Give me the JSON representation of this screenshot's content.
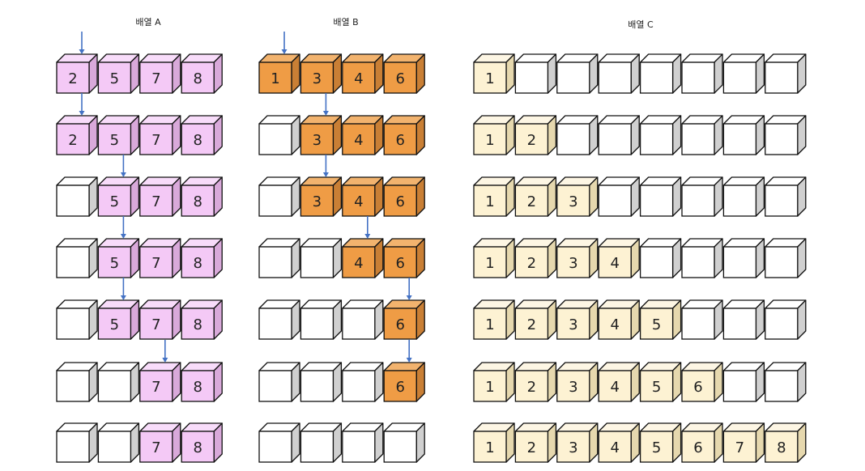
{
  "headers": {
    "a": "배열 A",
    "b": "배열 B",
    "c": "배열 C"
  },
  "colors": {
    "a": {
      "front": "#f4c9f6",
      "top": "#f8dcfa",
      "side": "#d9a9da"
    },
    "b": {
      "front": "#ef9c45",
      "top": "#f2b36e",
      "side": "#c97f35"
    },
    "c": {
      "front": "#fdf2d3",
      "top": "#fdf6e4",
      "side": "#e6d8ae"
    },
    "empty": {
      "front": "#ffffff",
      "top": "#ffffff",
      "side": "#d0d0d0"
    },
    "stroke": "#111111",
    "arrow": "#4472c4"
  },
  "array_a": {
    "rows": [
      {
        "cells": [
          "2",
          "5",
          "7",
          "8"
        ],
        "pointer": 0
      },
      {
        "cells": [
          "2",
          "5",
          "7",
          "8"
        ],
        "pointer": 0
      },
      {
        "cells": [
          "",
          "5",
          "7",
          "8"
        ],
        "pointer": 1
      },
      {
        "cells": [
          "",
          "5",
          "7",
          "8"
        ],
        "pointer": 1
      },
      {
        "cells": [
          "",
          "5",
          "7",
          "8"
        ],
        "pointer": 1
      },
      {
        "cells": [
          "",
          "",
          "7",
          "8"
        ],
        "pointer": 2
      },
      {
        "cells": [
          "",
          "",
          "7",
          "8"
        ],
        "pointer": null
      }
    ]
  },
  "array_b": {
    "rows": [
      {
        "cells": [
          "1",
          "3",
          "4",
          "6"
        ],
        "pointer": 0
      },
      {
        "cells": [
          "",
          "3",
          "4",
          "6"
        ],
        "pointer": 1
      },
      {
        "cells": [
          "",
          "3",
          "4",
          "6"
        ],
        "pointer": 1
      },
      {
        "cells": [
          "",
          "",
          "4",
          "6"
        ],
        "pointer": 2
      },
      {
        "cells": [
          "",
          "",
          "",
          "6"
        ],
        "pointer": 3
      },
      {
        "cells": [
          "",
          "",
          "",
          "6"
        ],
        "pointer": 3
      },
      {
        "cells": [
          "",
          "",
          "",
          ""
        ],
        "pointer": null
      }
    ]
  },
  "array_c": {
    "rows": [
      {
        "cells": [
          "1",
          "",
          "",
          "",
          "",
          "",
          "",
          ""
        ]
      },
      {
        "cells": [
          "1",
          "2",
          "",
          "",
          "",
          "",
          "",
          ""
        ]
      },
      {
        "cells": [
          "1",
          "2",
          "3",
          "",
          "",
          "",
          "",
          ""
        ]
      },
      {
        "cells": [
          "1",
          "2",
          "3",
          "4",
          "",
          "",
          "",
          ""
        ]
      },
      {
        "cells": [
          "1",
          "2",
          "3",
          "4",
          "5",
          "",
          "",
          ""
        ]
      },
      {
        "cells": [
          "1",
          "2",
          "3",
          "4",
          "5",
          "6",
          "",
          ""
        ]
      },
      {
        "cells": [
          "1",
          "2",
          "3",
          "4",
          "5",
          "6",
          "7",
          "8"
        ]
      }
    ]
  }
}
